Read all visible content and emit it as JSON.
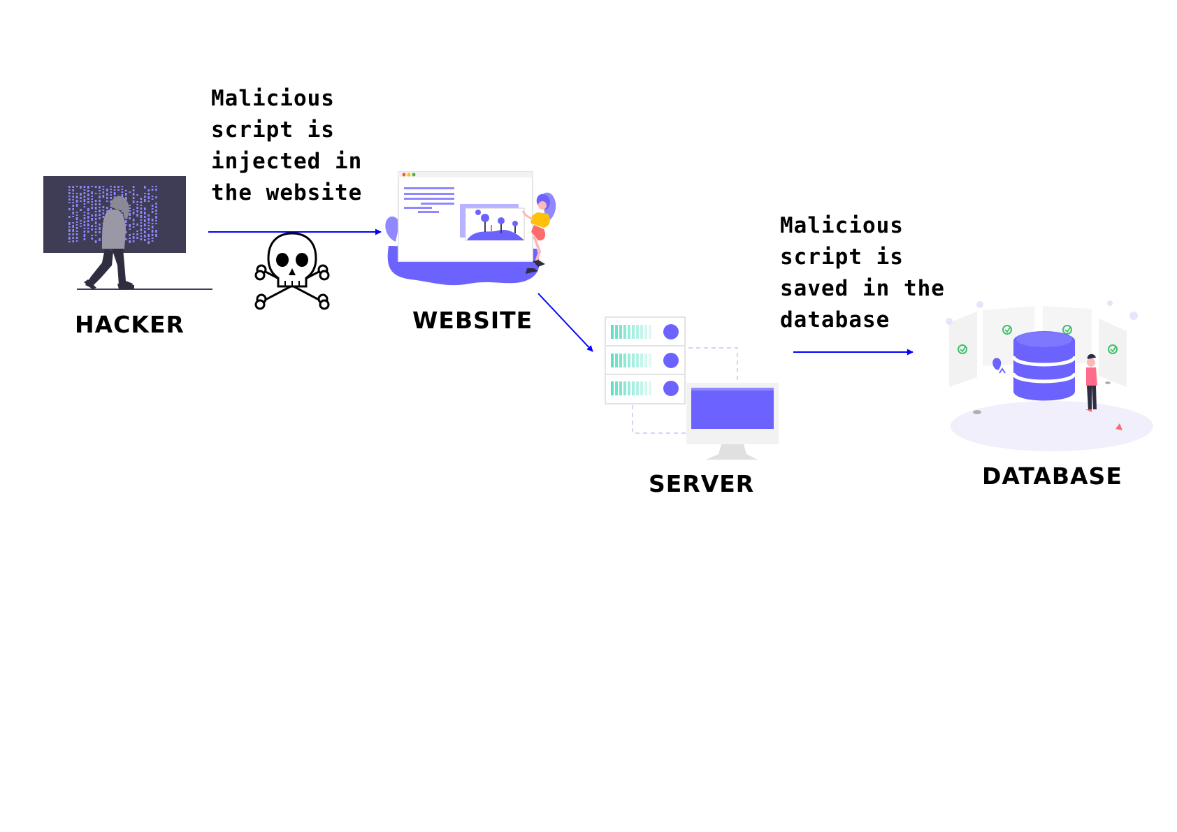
{
  "nodes": {
    "hacker": "HACKER",
    "website": "WEBSITE",
    "server": "SERVER",
    "database": "DATABASE"
  },
  "steps": {
    "inject": [
      "Malicious",
      "script is",
      "injected in",
      "the website"
    ],
    "save": [
      "Malicious",
      "script is",
      "saved in the",
      "database"
    ]
  },
  "icons": {
    "hacker": "hooded-hacker-illustration",
    "payload": "skull-and-crossbones-icon",
    "website": "website-window-illustration",
    "server": "server-rack-and-monitor-illustration",
    "database": "database-cylinder-illustration"
  },
  "colors": {
    "arrow": "#0000ff",
    "accent": "#6c63ff",
    "code": "#8f88ff",
    "teal": "#5ce1c6",
    "check": "#3ac26a",
    "dark": "#3f3d56",
    "light": "#f2f2f2"
  }
}
